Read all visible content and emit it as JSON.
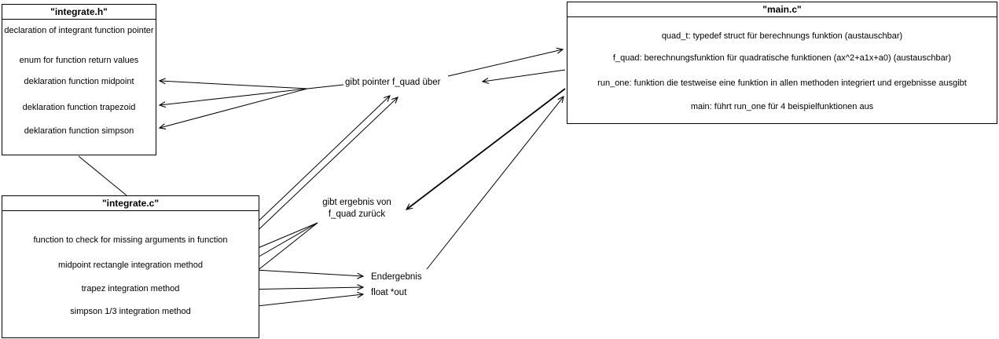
{
  "diagram": {
    "boxes": {
      "integrate_h": {
        "title": "\"integrate.h\"",
        "items": [
          "declaration of integrant function pointer",
          "enum for function return values",
          "deklaration function midpoint",
          "deklaration function trapezoid",
          "deklaration function simpson"
        ]
      },
      "integrate_c": {
        "title": "\"integrate.c\"",
        "items": [
          "function to check for missing arguments in function",
          "midpoint rectangle integration method",
          "trapez integration method",
          "simpson 1/3 integration method"
        ]
      },
      "main_c": {
        "title": "\"main.c\"",
        "items": [
          "quad_t: typedef struct für berechnungs funktion (austauschbar)",
          "f_quad: berechnungsfunktion für quadratische funktionen (ax^2+a1x+a0) (austauschbar)",
          "run_one: funktion die testweise eine funktion in allen methoden integriert und ergebnisse ausgibt",
          "main: führt run_one für 4 beispielfunktionen aus"
        ]
      }
    },
    "labels": {
      "gibt_pointer": {
        "text": "gibt pointer f_quad über"
      },
      "gibt_ergebnis": {
        "line1": "gibt ergebnis von",
        "line2": "f_quad zurück"
      },
      "endergebnis": {
        "line1": "Endergebnis",
        "line2": "float *out"
      }
    },
    "colors": {
      "stroke": "#000000",
      "background": "#ffffff"
    }
  }
}
